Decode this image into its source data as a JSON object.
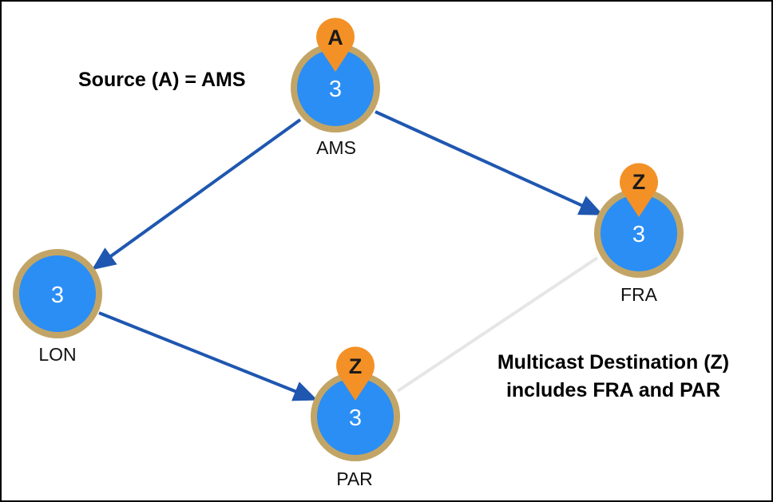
{
  "colors": {
    "link": "#1f57b0",
    "inactive_link": "#e6e6e6",
    "node_fill": "#2a8ef5",
    "node_ring": "#c2a566",
    "pin": "#f39127",
    "pin_text": "#1a1a1a"
  },
  "nodes": [
    {
      "id": "AMS",
      "label": "AMS",
      "count": "3",
      "pin": "A"
    },
    {
      "id": "LON",
      "label": "LON",
      "count": "3",
      "pin": ""
    },
    {
      "id": "FRA",
      "label": "FRA",
      "count": "3",
      "pin": "Z"
    },
    {
      "id": "PAR",
      "label": "PAR",
      "count": "3",
      "pin": "Z"
    }
  ],
  "links": [
    {
      "from": "AMS",
      "to": "LON",
      "directed": true
    },
    {
      "from": "AMS",
      "to": "FRA",
      "directed": true
    },
    {
      "from": "LON",
      "to": "PAR",
      "directed": true
    },
    {
      "from": "PAR",
      "to": "FRA",
      "directed": false
    }
  ],
  "annotations": {
    "source": "Source (A) = AMS",
    "destination_line1": "Multicast Destination (Z)",
    "destination_line2": "includes FRA and PAR"
  }
}
